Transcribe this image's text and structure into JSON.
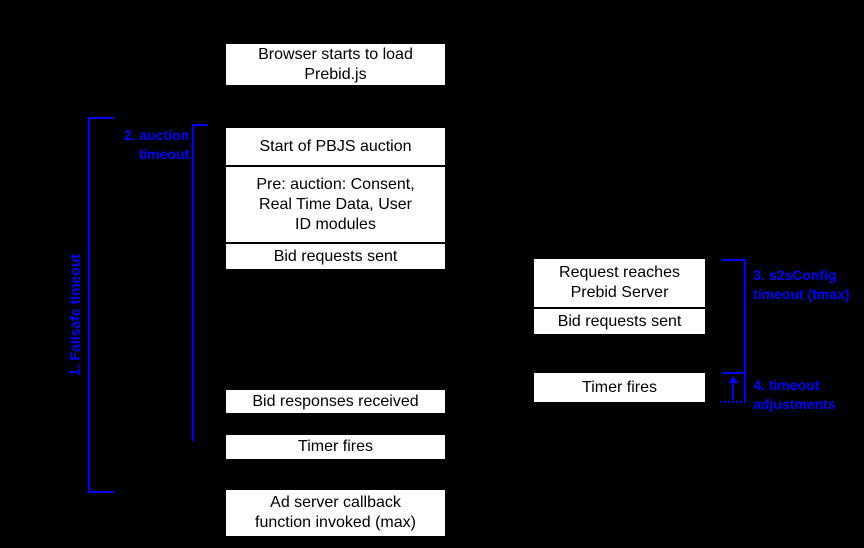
{
  "palette": {
    "background": "#000000",
    "box_fill": "#ffffff",
    "box_text": "#000000",
    "annotation_blue": "#0000ff"
  },
  "timeline": {
    "left_column": [
      {
        "label": "Browser starts to load\nPrebid.js"
      },
      {
        "label": "Start of PBJS auction"
      },
      {
        "label": "Pre: auction: Consent,\nReal Time Data, User\nID modules"
      },
      {
        "label": "Bid requests sent"
      },
      {
        "label": "Bid responses received"
      },
      {
        "label": "Timer fires"
      },
      {
        "label": "Ad server callback\nfunction invoked (max)"
      }
    ],
    "right_column": [
      {
        "label": "Request reaches\nPrebid Server"
      },
      {
        "label": "Bid requests sent"
      },
      {
        "label": "Timer fires"
      }
    ],
    "annotations": [
      {
        "id": "failsafe",
        "label": "1. Failsafe timeout"
      },
      {
        "id": "auction",
        "label": "2. auction\ntimeout"
      },
      {
        "id": "s2s",
        "label": "3. s2sConfig\ntimeout (tmax)"
      },
      {
        "id": "adjustments",
        "label": "4. timeout\nadjustments"
      }
    ]
  }
}
